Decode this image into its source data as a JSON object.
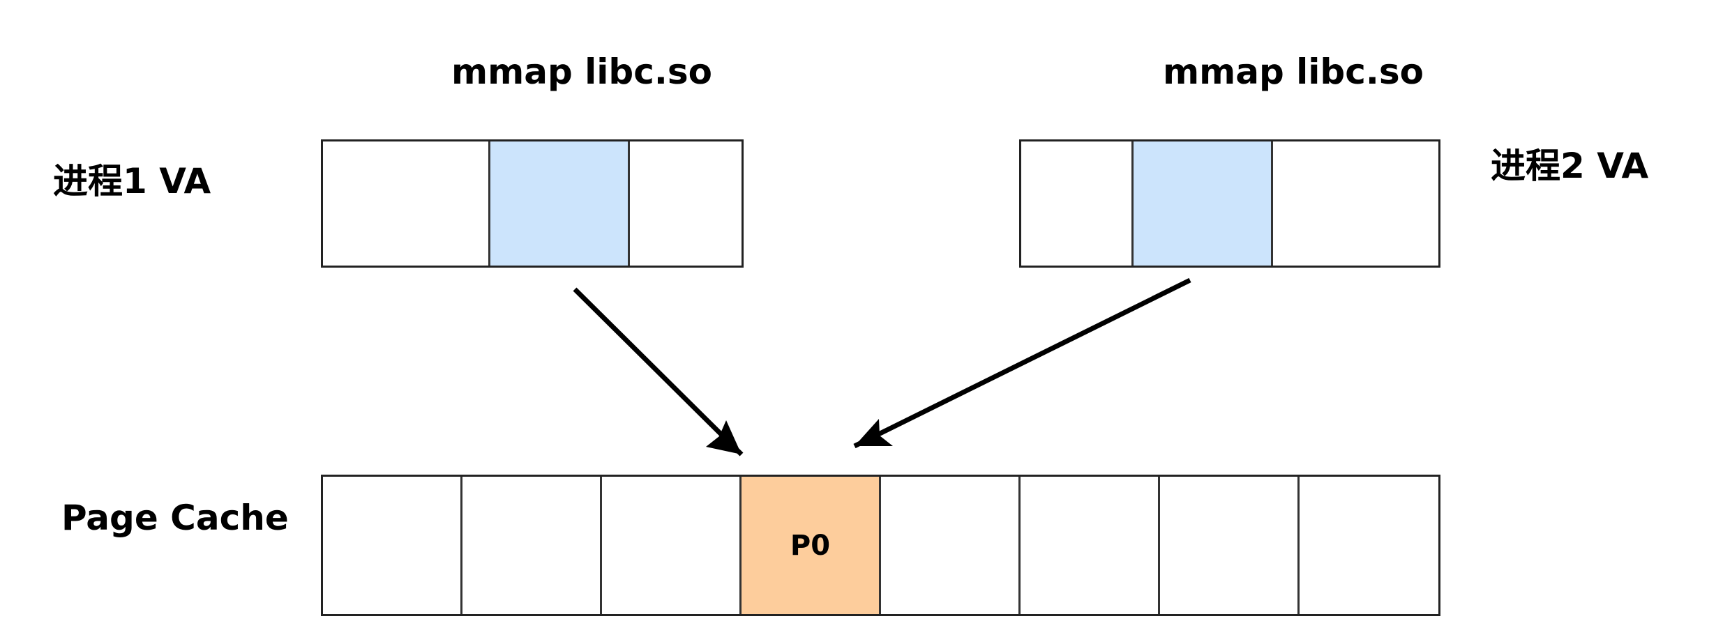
{
  "labels": {
    "mmap_left": "mmap libc.so",
    "mmap_right": "mmap libc.so",
    "process1": "进程1 VA",
    "process2": "进程2 VA",
    "page_cache": "Page Cache"
  },
  "process1_va": {
    "cells": [
      {
        "text": "",
        "highlighted": false
      },
      {
        "text": "",
        "highlighted": true
      },
      {
        "text": "",
        "highlighted": false
      }
    ]
  },
  "process2_va": {
    "cells": [
      {
        "text": "",
        "highlighted": false
      },
      {
        "text": "",
        "highlighted": true
      },
      {
        "text": "",
        "highlighted": false
      }
    ]
  },
  "page_cache": {
    "cells": [
      {
        "text": "",
        "highlighted": false
      },
      {
        "text": "",
        "highlighted": false
      },
      {
        "text": "",
        "highlighted": false
      },
      {
        "text": "P0",
        "highlighted": true
      },
      {
        "text": "",
        "highlighted": false
      },
      {
        "text": "",
        "highlighted": false
      },
      {
        "text": "",
        "highlighted": false
      },
      {
        "text": "",
        "highlighted": false
      }
    ]
  },
  "colors": {
    "va_highlight": "#cce4fc",
    "page_highlight": "#fdcd9c",
    "stroke": "#000000"
  },
  "edges": [
    {
      "from": "process1-va-highlighted-page",
      "to": "page-cache-p0"
    },
    {
      "from": "process2-va-highlighted-page",
      "to": "page-cache-p0"
    }
  ]
}
